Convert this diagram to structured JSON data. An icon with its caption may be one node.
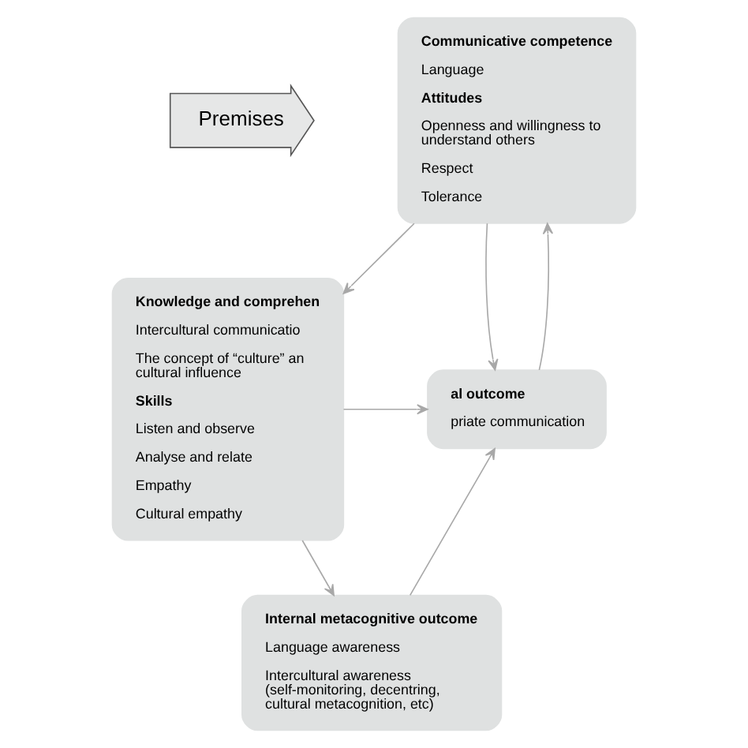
{
  "diagram": {
    "nodes": [
      {
        "text": [
          "Premises"
        ]
      },
      {
        "text": [
          "Communicative competence",
          "Language",
          "Attitudes",
          "Openness and willingness to understand others",
          "Respect",
          "Tolerance"
        ]
      },
      {
        "text": [
          "al outcome",
          "priate communication"
        ]
      },
      {
        "text": [
          "Knowledge and comprehen",
          "Intercultural communicatio",
          "The concept of “culture” an cultural influence",
          "Skills",
          "Listen and observe",
          "Analyse and relate",
          "Empathy",
          "Cultural empathy"
        ]
      },
      {
        "text": [
          "Internal metacognitive outcome",
          "Language awareness",
          "Intercultural awareness (self-monitoring, decentring, cultural metacognition, etc)"
        ]
      }
    ],
    "edges": [
      {
        "from": 2,
        "to": 1,
        "arrow": "to"
      },
      {
        "from": 1,
        "to": 3,
        "arrow": "to"
      },
      {
        "from": 3,
        "to": 4,
        "arrow": "to"
      },
      {
        "from": 4,
        "to": 2,
        "arrow": "to"
      },
      {
        "from": 1,
        "to": 2,
        "arrow": "to"
      },
      {
        "from": 3,
        "to": 2,
        "arrow": "to"
      }
    ]
  }
}
